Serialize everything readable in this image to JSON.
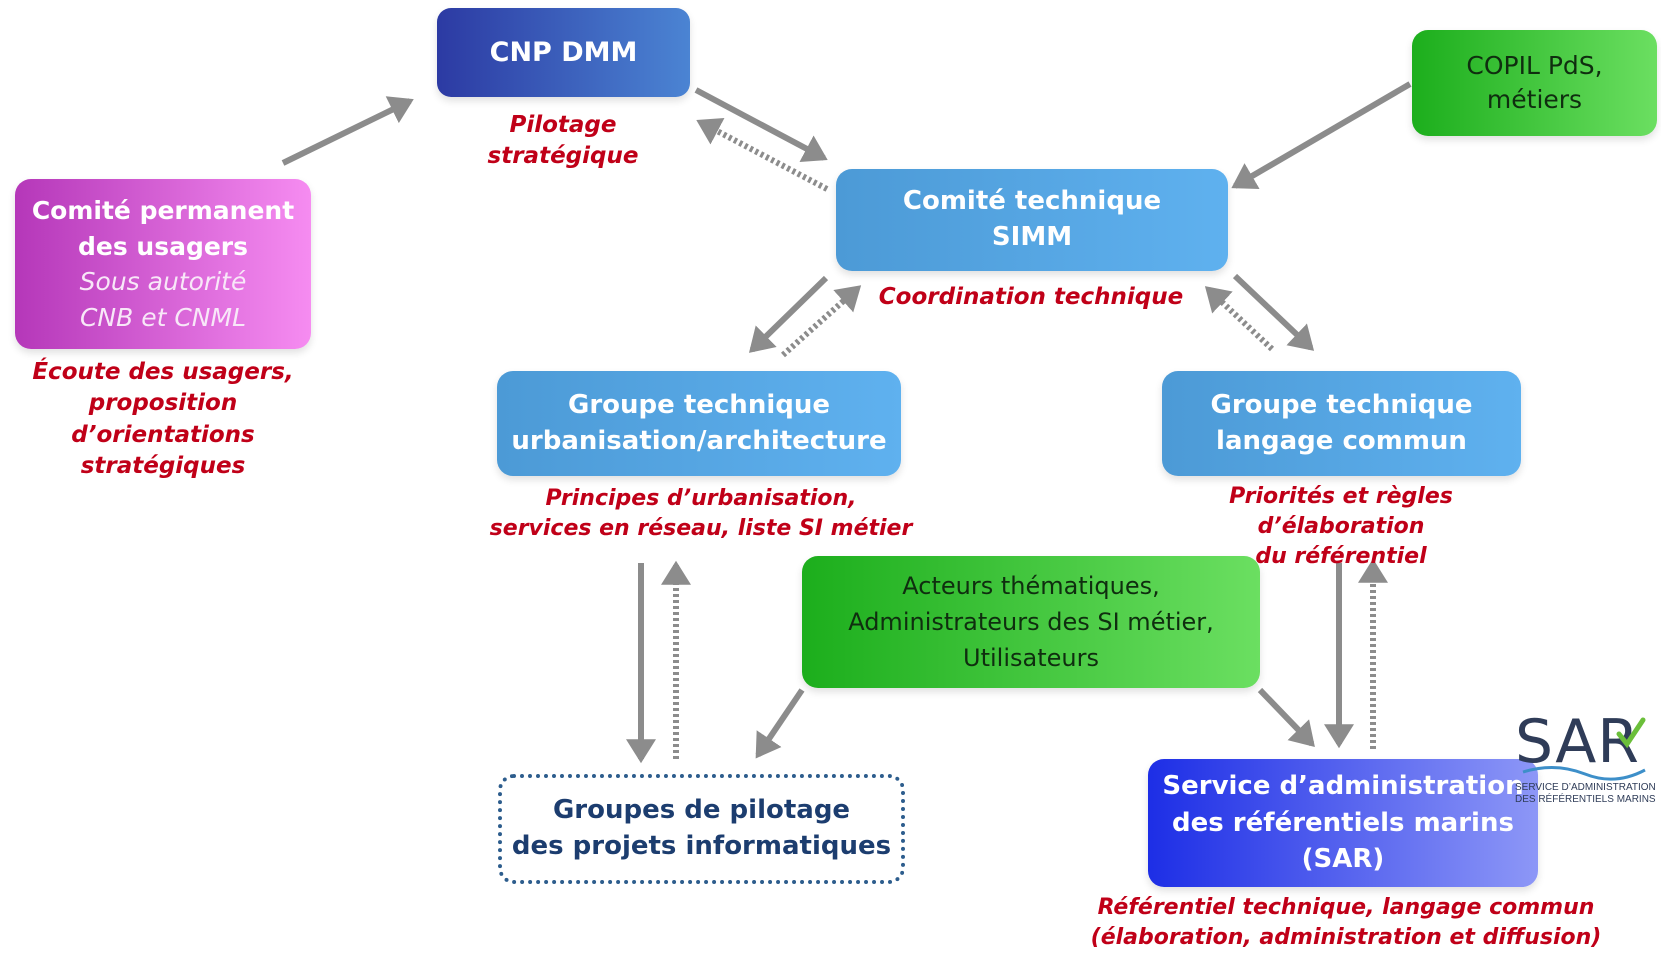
{
  "nodes": {
    "cnp": {
      "line1": "CNP DMM"
    },
    "copil": {
      "line1": "COPIL PdS,",
      "line2": "métiers"
    },
    "comite_perm": {
      "line1": "Comité permanent",
      "line2": "des usagers",
      "line3": "Sous autorité",
      "line4": "CNB et CNML"
    },
    "comite_tech": {
      "line1": "Comité technique",
      "line2": "SIMM"
    },
    "gt_urba": {
      "line1": "Groupe technique",
      "line2": "urbanisation/architecture"
    },
    "gt_lang": {
      "line1": "Groupe technique",
      "line2": "langage commun"
    },
    "acteurs": {
      "line1": "Acteurs thématiques,",
      "line2": "Administrateurs des SI métier,",
      "line3": "Utilisateurs"
    },
    "groupes_pilotage": {
      "line1": "Groupes de pilotage",
      "line2": "des projets informatiques"
    },
    "sar": {
      "line1": "Service d’administration",
      "line2": "des référentiels marins",
      "line3": "(SAR)"
    }
  },
  "captions": {
    "cnp": "Pilotage stratégique",
    "comite_tech": "Coordination technique",
    "comite_perm": {
      "line1": "Écoute des usagers,",
      "line2": "proposition d’orientations",
      "line3": "stratégiques"
    },
    "gt_urba": {
      "line1": "Principes d’urbanisation,",
      "line2": "services en réseau, liste SI métier"
    },
    "gt_lang": {
      "line1": "Priorités et règles d’élaboration",
      "line2": "du référentiel"
    },
    "sar": {
      "line1": "Référentiel technique, langage commun",
      "line2": "(élaboration, administration et diffusion)"
    }
  },
  "logo": {
    "letters": "SAR",
    "line1": "SERVICE D’ADMINISTRATION",
    "line2": "DES RÉFÉRENTIELS MARINS"
  },
  "colors": {
    "arrow": "#8c8c8c",
    "caption": "#c00018"
  }
}
